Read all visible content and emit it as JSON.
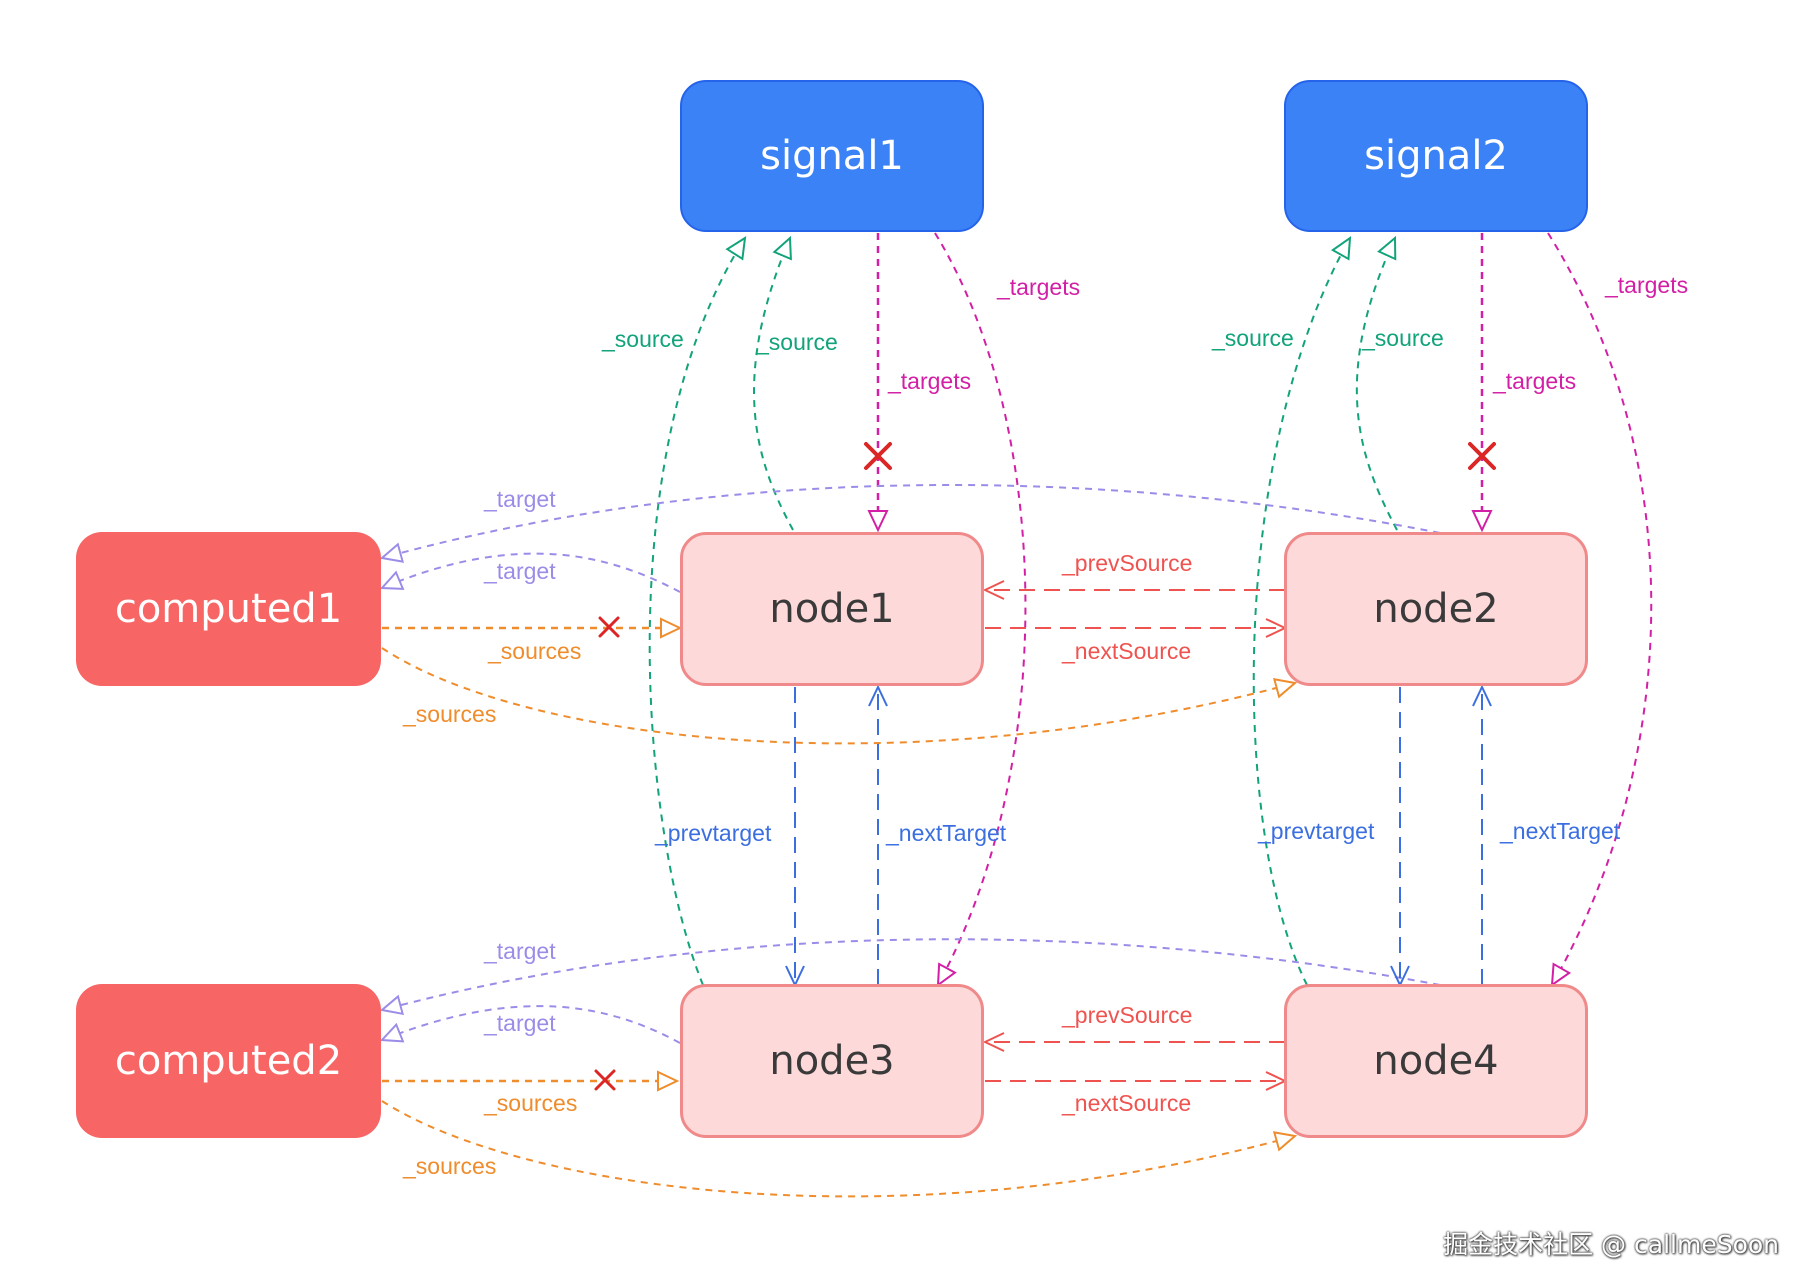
{
  "colors": {
    "signal_fill": "#3b82f6",
    "computed_fill": "#f86565",
    "node_fill": "#fdd9d9",
    "node_border": "#f08a8a",
    "source_edge": "#12a37a",
    "targets_edge": "#d21fa5",
    "target_edge": "#9b8ce8",
    "sources_edge": "#ef8c2c",
    "source_link_edge": "#ef5350",
    "target_link_edge": "#3b6fe0",
    "cut_mark": "#dc2626"
  },
  "nodes": {
    "signal1": "signal1",
    "signal2": "signal2",
    "computed1": "computed1",
    "computed2": "computed2",
    "node1": "node1",
    "node2": "node2",
    "node3": "node3",
    "node4": "node4"
  },
  "edge_labels": {
    "source": "_source",
    "targets": "_targets",
    "target": "_target",
    "sources": "_sources",
    "prev_source": "_prevSource",
    "next_source": "_nextSource",
    "prev_target": "_prevtarget",
    "next_target": "_nextTarget"
  },
  "watermark": "掘金技术社区 @ callmeSoon"
}
